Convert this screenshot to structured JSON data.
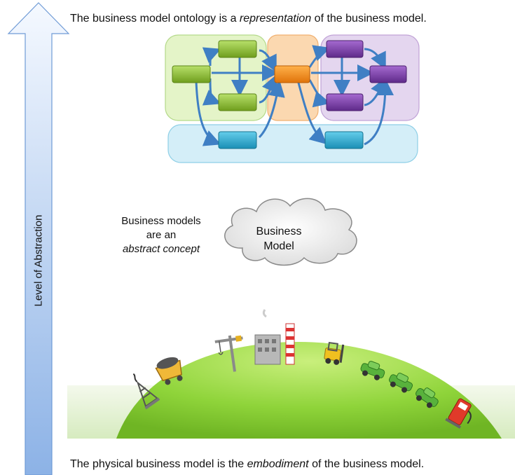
{
  "axis": {
    "label": "Level of Abstraction"
  },
  "captions": {
    "top_before": "The business model ontology is a ",
    "top_emphasis": "representation",
    "top_after": " of the business model.",
    "bottom_before": "The physical business model is the ",
    "bottom_emphasis": "embodiment",
    "bottom_after": " of the business model."
  },
  "concept_note": {
    "line1": "Business models",
    "line2": "are an",
    "line3": "abstract concept"
  },
  "cloud": {
    "line1": "Business",
    "line2": "Model"
  },
  "colors": {
    "arrow_top": "#f3f8ff",
    "arrow_bottom": "#8fb4e8",
    "green_box": "#8cbc2c",
    "orange_box": "#f08a10",
    "purple_box": "#7a3ea8",
    "cyan_box": "#2aa9cf",
    "connector": "#3f7fc4",
    "hill": "#8fd43a"
  },
  "icons": [
    "oil-pump-icon",
    "mine-cart-icon",
    "crane-icon",
    "factory-icon",
    "forklift-icon",
    "car-icon",
    "gas-pump-icon"
  ]
}
